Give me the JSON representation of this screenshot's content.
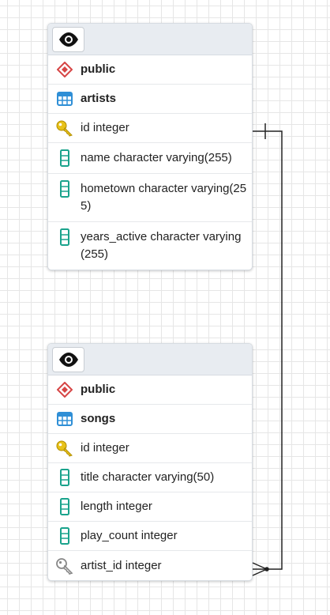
{
  "tables": [
    {
      "schema": "public",
      "name": "artists",
      "columns": [
        {
          "label": "id integer",
          "icon": "primary-key-icon"
        },
        {
          "label": "name character varying(255)",
          "icon": "column-icon"
        },
        {
          "label": "hometown character varying(255)",
          "icon": "column-icon"
        },
        {
          "label": "years_active character varying(255)",
          "icon": "column-icon"
        }
      ]
    },
    {
      "schema": "public",
      "name": "songs",
      "columns": [
        {
          "label": "id integer",
          "icon": "primary-key-icon"
        },
        {
          "label": "title character varying(50)",
          "icon": "column-icon"
        },
        {
          "label": "length integer",
          "icon": "column-icon"
        },
        {
          "label": "play_count integer",
          "icon": "column-icon"
        },
        {
          "label": "artist_id integer",
          "icon": "foreign-key-icon"
        }
      ]
    }
  ],
  "relationship": {
    "from": "songs.artist_id",
    "to": "artists.id",
    "type": "many-to-one"
  },
  "colors": {
    "primary_key": "#e8c21a",
    "column": "#1aa38c",
    "table": "#2f8fd6",
    "schema": "#d64545",
    "foreign_key": "#888888",
    "connector": "#222222"
  }
}
